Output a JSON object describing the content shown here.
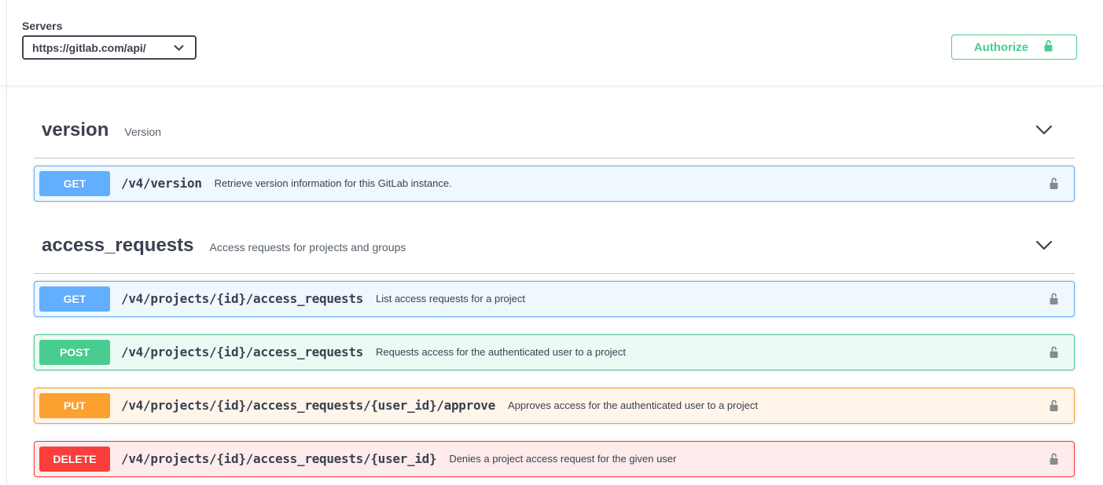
{
  "servers": {
    "label": "Servers",
    "selected_url": "https://gitlab.com/api/"
  },
  "authorize": {
    "label": "Authorize",
    "lock_state": "unlocked"
  },
  "colors": {
    "get": "#61affe",
    "post": "#49cc90",
    "put": "#fca130",
    "delete": "#f93e3e",
    "authorize_green": "#49cc90",
    "heading_text": "#3b4151",
    "lock_gray": "#8a8a8a"
  },
  "sections": [
    {
      "name": "version",
      "description": "Version",
      "endpoints": [
        {
          "method": "GET",
          "path": "/v4/version",
          "summary": "Retrieve version information for this GitLab instance."
        }
      ]
    },
    {
      "name": "access_requests",
      "description": "Access requests for projects and groups",
      "endpoints": [
        {
          "method": "GET",
          "path": "/v4/projects/{id}/access_requests",
          "summary": "List access requests for a project"
        },
        {
          "method": "POST",
          "path": "/v4/projects/{id}/access_requests",
          "summary": "Requests access for the authenticated user to a project"
        },
        {
          "method": "PUT",
          "path": "/v4/projects/{id}/access_requests/{user_id}/approve",
          "summary": "Approves access for the authenticated user to a project"
        },
        {
          "method": "DELETE",
          "path": "/v4/projects/{id}/access_requests/{user_id}",
          "summary": "Denies a project access request for the given user"
        }
      ]
    }
  ]
}
